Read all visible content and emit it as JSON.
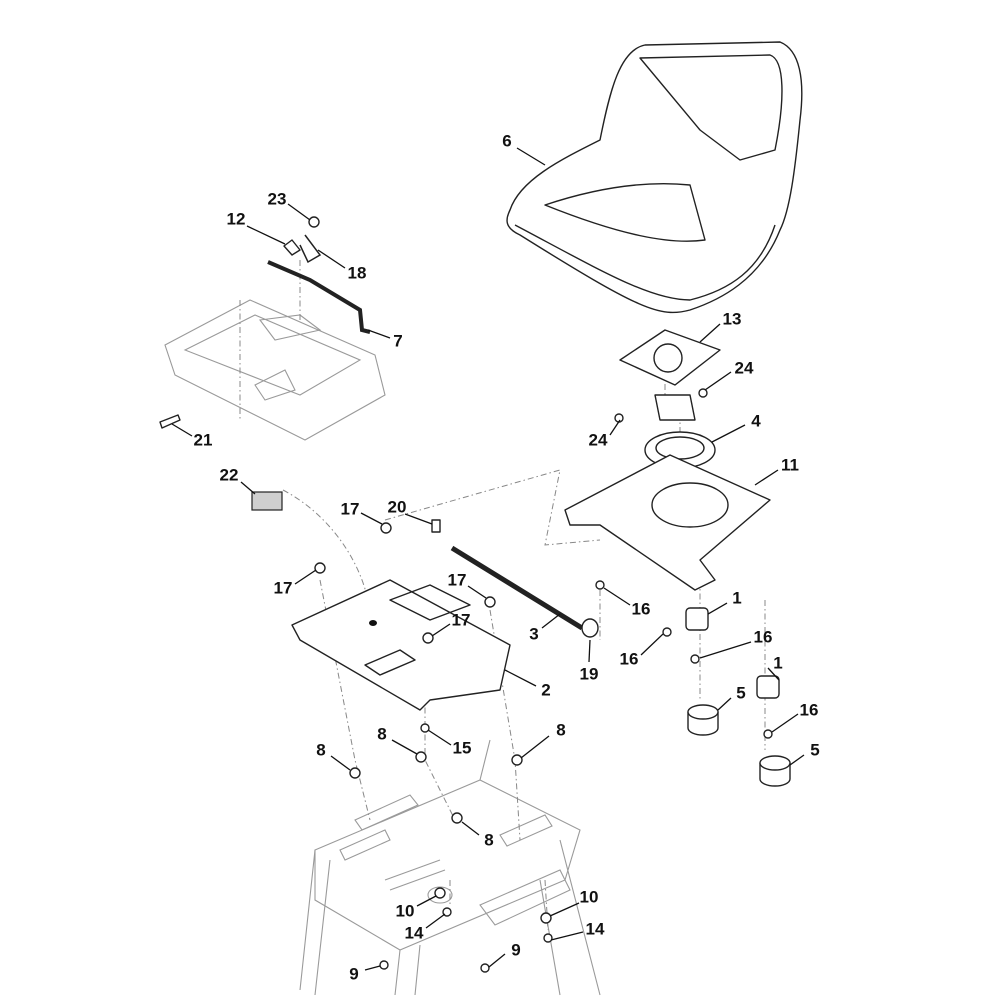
{
  "diagram": {
    "title": "Seat assembly exploded parts diagram",
    "callouts": [
      "6",
      "23",
      "12",
      "18",
      "7",
      "21",
      "13",
      "24",
      "24",
      "4",
      "11",
      "22",
      "17",
      "20",
      "17",
      "17",
      "17",
      "16",
      "3",
      "1",
      "16",
      "16",
      "19",
      "2",
      "1",
      "5",
      "16",
      "15",
      "8",
      "8",
      "8",
      "5",
      "8",
      "10",
      "10",
      "14",
      "14",
      "9",
      "9"
    ]
  }
}
